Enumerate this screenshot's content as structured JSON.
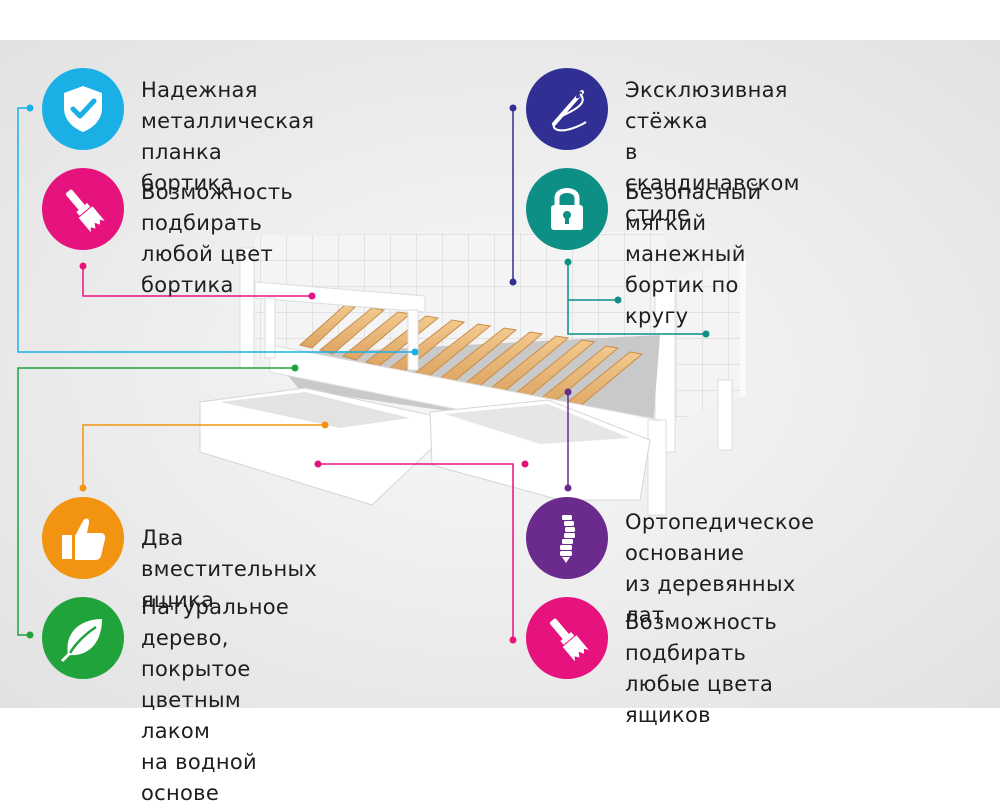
{
  "colors": {
    "cyan": "#1ab0e6",
    "magenta": "#e6127e",
    "navy": "#302f93",
    "teal": "#0d8f86",
    "orange": "#f39312",
    "green": "#1fa33a",
    "purple": "#6a2a8e"
  },
  "features": {
    "metal_bar": {
      "text": "Надежная металлическая\nпланка бортика",
      "icon": "shield-check-icon"
    },
    "side_color": {
      "text": "Возможность подбирать\nлюбой цвет бортика",
      "icon": "paintbrush-icon"
    },
    "stitching": {
      "text": "Эксклюзивная стёжка\nв скандинавском стиле",
      "icon": "needle-thread-icon"
    },
    "soft_bumper": {
      "text": "Безопасный мягкий\nманежный бортик по кругу",
      "icon": "padlock-icon"
    },
    "drawers": {
      "text": "Два вместительных ящика",
      "icon": "thumbs-up-icon"
    },
    "natural_wood": {
      "text": "Натуральное дерево,\nпокрытое цветным лаком\nна водной основе",
      "icon": "leaf-icon"
    },
    "orthopedic": {
      "text": "Ортопедическое основание\nиз деревянных лат",
      "icon": "spine-icon"
    },
    "drawer_color": {
      "text": "Возможность подбирать\nлюбые цвета ящиков",
      "icon": "paintbrush-icon"
    }
  }
}
